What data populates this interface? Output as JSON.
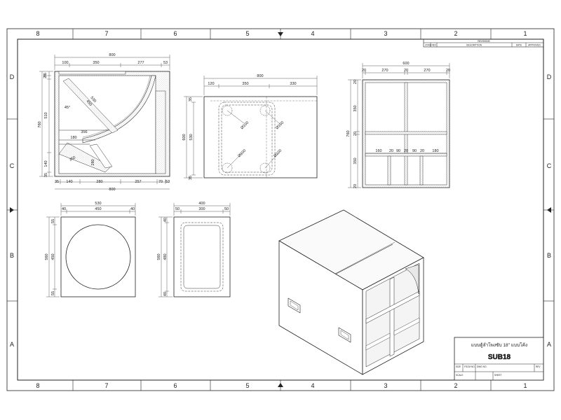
{
  "sheet": {
    "columns": [
      "8",
      "7",
      "6",
      "5",
      "4",
      "3",
      "2",
      "1"
    ],
    "rows": [
      "D",
      "C",
      "B",
      "A"
    ]
  },
  "revision_block": {
    "header": "REVISIONS",
    "cols": [
      "ZONE",
      "REV",
      "DESCRIPTION",
      "DATE",
      "APPROVED"
    ]
  },
  "side_section": {
    "top_dims": [
      "800",
      "100",
      "350",
      "277",
      "53"
    ],
    "left_dims": [
      "15",
      "25",
      "760",
      "510",
      "140",
      "35"
    ],
    "bottom_dims": [
      "35",
      "140",
      "280",
      "257",
      "70",
      "53"
    ],
    "total_bottom": "800",
    "inner": [
      "530",
      "450",
      "356",
      "180",
      "350",
      "280",
      "45°"
    ]
  },
  "top_view": {
    "top_dims": [
      "800",
      "120",
      "350",
      "330"
    ],
    "left_dims": [
      "35",
      "600",
      "530",
      "35"
    ],
    "holes": [
      "Ø100",
      "Ø100",
      "Ø100",
      "Ø100"
    ]
  },
  "front_section": {
    "top_dims": [
      "600",
      "20",
      "270",
      "20",
      "270",
      "20"
    ],
    "left_dims": [
      "20",
      "350",
      "760",
      "20",
      "350",
      "20"
    ],
    "bottom_dims": [
      "160",
      "20",
      "90",
      "20",
      "90",
      "20",
      "180"
    ]
  },
  "baffle_view": {
    "top_dims": [
      "530",
      "40",
      "450",
      "40"
    ],
    "left_dims": [
      "55",
      "560",
      "450",
      "55"
    ]
  },
  "end_view": {
    "top_dims": [
      "400",
      "50",
      "300",
      "50"
    ],
    "left_dims": [
      "40",
      "560",
      "480",
      "40"
    ]
  },
  "title_block": {
    "title": "แบบตู้ลำโพงซับ 18\" แบบโค้ง",
    "subtitle": "SUB18",
    "cells": [
      "SIZE",
      "FSCM NO.",
      "DWG NO.",
      "REV",
      "SCALE",
      "SHEET"
    ]
  }
}
